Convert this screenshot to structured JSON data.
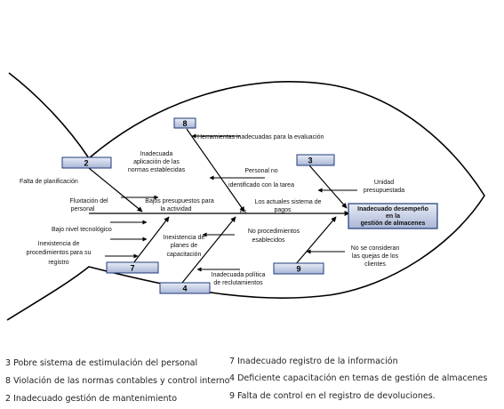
{
  "effect": {
    "lines": [
      "Inadecuado desempeño",
      "en la",
      "gestión de almacenes"
    ]
  },
  "categories": [
    {
      "id": "2",
      "number": "2"
    },
    {
      "id": "8",
      "number": "8"
    },
    {
      "id": "3",
      "number": "3"
    },
    {
      "id": "7",
      "number": "7"
    },
    {
      "id": "4",
      "number": "4"
    },
    {
      "id": "9",
      "number": "9"
    }
  ],
  "causes": {
    "falta_planificacion": "Falta de planificación",
    "fluxtacion": [
      "Fluxtación del",
      "personal"
    ],
    "herramientas": "Herramientas inadecuadas para  la evaluación",
    "aplicacion_normas": [
      "Inadecuada",
      "aplicación de las",
      "normas establecidas"
    ],
    "bajos_presupuestos": [
      "Bajos presupuestos  para",
      "la actividad"
    ],
    "personal_no_identificado": [
      "Personal no",
      "identificado con la tarea"
    ],
    "unidad_presupuestada": [
      "Unidad",
      "presupuestada"
    ],
    "sistema_pagos": [
      "Los actuales sistema de",
      "pagos"
    ],
    "es": "es",
    "bajo_nivel": "Bajo nivel tecnológico",
    "inexistencia_procedimientos": [
      "Inexistencia de",
      "procedimientos para su",
      "registro"
    ],
    "planes_capacitacion": [
      "Inexistencia de",
      "planes de",
      "capacitación"
    ],
    "no_procedimientos": [
      "No  procedimientos",
      "esablecidos"
    ],
    "politica_reclutamiento": [
      "Inadecuada política",
      "de reclutamientos"
    ],
    "quejas_clientes": [
      "No se consideran",
      "las quejas de los",
      "clientes"
    ]
  },
  "legend": {
    "left": [
      "3 Pobre sistema de estimulación del personal",
      "8 Violación de las normas contables y control interno",
      "2 Inadecuado gestión de mantenimiento"
    ],
    "right": [
      "7 Inadecuado registro de la información",
      "4 Deficiente capacitación en temas de gestión de almacenes",
      "9 Falta de control en el registro de devoluciones."
    ]
  },
  "colors": {
    "box_fill_top": "#e8ecf6",
    "box_fill_bottom": "#a9b6d6",
    "box_border": "#1f3a78",
    "outline": "#000000"
  }
}
